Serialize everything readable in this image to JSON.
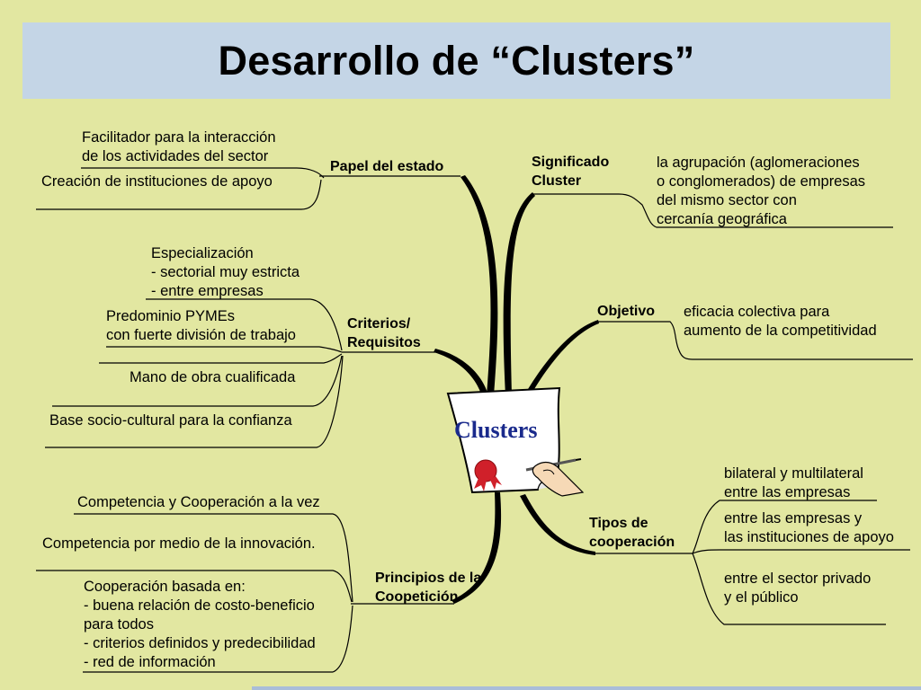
{
  "title": "Desarrollo de “Clusters”",
  "center": {
    "label": "Clusters",
    "icons": [
      "paper-scroll-icon",
      "red-seal-icon",
      "hand-writing-pen-icon"
    ]
  },
  "branches": {
    "papel": {
      "label": "Papel del estado",
      "items": [
        [
          "Facilitador para la interacción",
          "de los actividades del sector"
        ],
        [
          "Creación de instituciones de apoyo"
        ]
      ]
    },
    "criterios": {
      "label": [
        "Criterios/",
        "Requisitos"
      ],
      "items": [
        [
          "Especialización",
          "- sectorial muy estricta",
          "- entre empresas"
        ],
        [
          "Predominio PYMEs",
          "con fuerte división de trabajo"
        ],
        [
          "Mano de obra cualificada"
        ],
        [
          "Base socio-cultural para la confianza"
        ]
      ]
    },
    "principios": {
      "label": [
        "Principios de la",
        "Coopetición"
      ],
      "items": [
        [
          "Competencia y Cooperación a la vez"
        ],
        [
          "Competencia por medio de la innovación."
        ],
        [
          "Cooperación basada en:",
          "- buena relación de costo-beneficio",
          "para todos",
          "- criterios definidos y predecibilidad",
          "- red de información"
        ]
      ]
    },
    "significado": {
      "label": [
        "Significado",
        "Cluster"
      ],
      "items": [
        [
          "la agrupación (aglomeraciones",
          "o conglomerados) de empresas",
          "del mismo sector con",
          "cercanía geográfica"
        ]
      ]
    },
    "objetivo": {
      "label": "Objetivo",
      "items": [
        [
          "eficacia colectiva para",
          "aumento de la competitividad"
        ]
      ]
    },
    "tipos": {
      "label": [
        "Tipos de",
        "cooperación"
      ],
      "items": [
        [
          "bilateral y multilateral",
          "entre las empresas"
        ],
        [
          "entre las empresas y",
          "las instituciones de apoyo"
        ],
        [
          "entre el sector privado",
          "y el público"
        ]
      ]
    }
  },
  "colors": {
    "background": "#e2e7a1",
    "title_bar": "#c4d5e6",
    "center_text": "#1a2a8c",
    "seal": "#d0202a"
  }
}
